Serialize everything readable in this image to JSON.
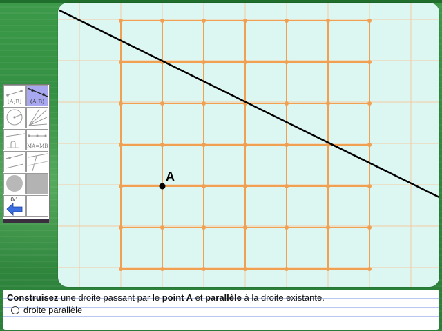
{
  "instruction": {
    "part1": "Construisez",
    "part2": " une droite passant par le ",
    "part3": "point A",
    "part4": " et ",
    "part5": "parallèle",
    "part6": " à la droite existante."
  },
  "option": {
    "label": "droite parallèle",
    "selected": false
  },
  "toolbox": {
    "tools": [
      {
        "name": "segment",
        "label": "[A;B]",
        "selected": false
      },
      {
        "name": "line",
        "label": "(A,B)",
        "selected": true
      },
      {
        "name": "circle",
        "label": "",
        "selected": false
      },
      {
        "name": "rays",
        "label": "",
        "selected": false
      },
      {
        "name": "perpendicular",
        "label": "",
        "selected": false
      },
      {
        "name": "midpoint",
        "label": "MA=MB",
        "selected": false
      },
      {
        "name": "parallel",
        "label": "",
        "selected": false
      },
      {
        "name": "angle",
        "label": "",
        "selected": false
      },
      {
        "name": "color-disc",
        "label": "",
        "selected": false
      },
      {
        "name": "fill",
        "label": "",
        "selected": false
      },
      {
        "name": "undo",
        "label": "",
        "selected": false
      },
      {
        "name": "blank",
        "label": "",
        "selected": false
      }
    ],
    "counter": "0/1"
  },
  "figure": {
    "point_label": "A",
    "grid_color": "#f0a050",
    "line_color": "#000000",
    "accent": "#a8a8f0"
  }
}
